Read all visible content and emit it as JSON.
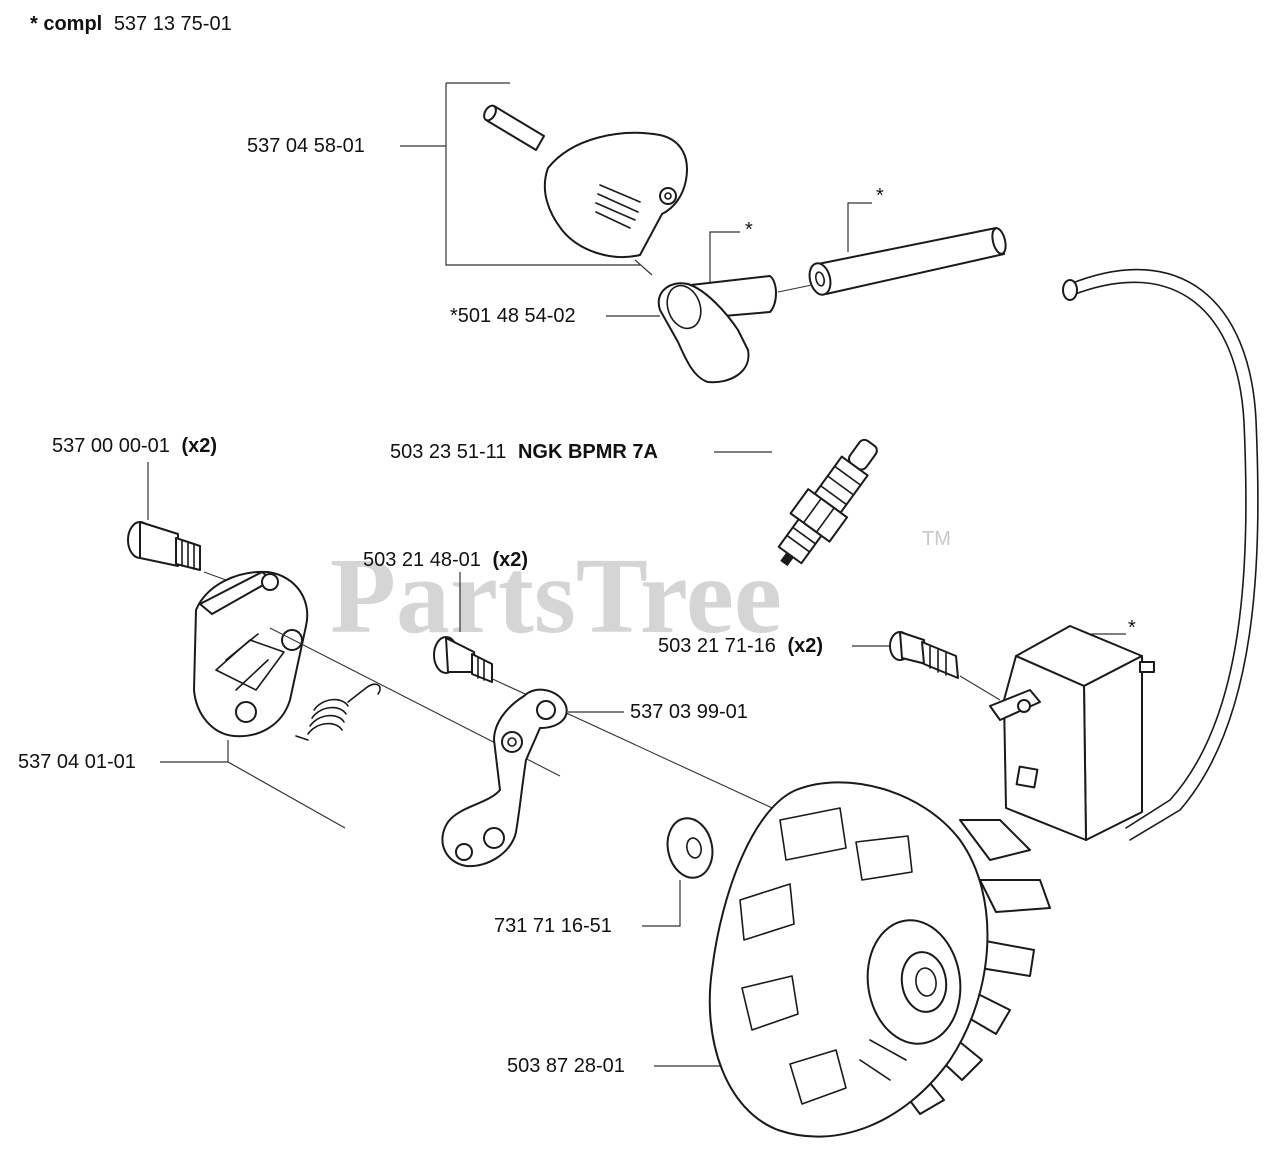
{
  "header": {
    "prefix": "* compl",
    "number": "537 13 75-01"
  },
  "watermark": {
    "text": "PartsTree",
    "tm": "TM"
  },
  "callouts": {
    "cover": {
      "number": "537 04 58-01"
    },
    "boot": {
      "number": "*501 48 54-02"
    },
    "boot_star": "*",
    "lead_star": "*",
    "screw_top": {
      "number": "537 00 00-01",
      "qty": "(x2)"
    },
    "spark_plug": {
      "number": "503 23 51-11",
      "note": "NGK BPMR 7A"
    },
    "screw_mid": {
      "number": "503 21 48-01",
      "qty": "(x2)"
    },
    "screw_coil": {
      "number": "503 21 71-16",
      "qty": "(x2)"
    },
    "coil_star": "*",
    "lever": {
      "number": "537 03 99-01"
    },
    "clutch": {
      "number": "537 04 01-01"
    },
    "washer": {
      "number": "731 71 16-51"
    },
    "flywheel": {
      "number": "503 87 28-01"
    }
  },
  "colors": {
    "ink": "#1a1a1a",
    "watermark": "#9a9a9a"
  }
}
